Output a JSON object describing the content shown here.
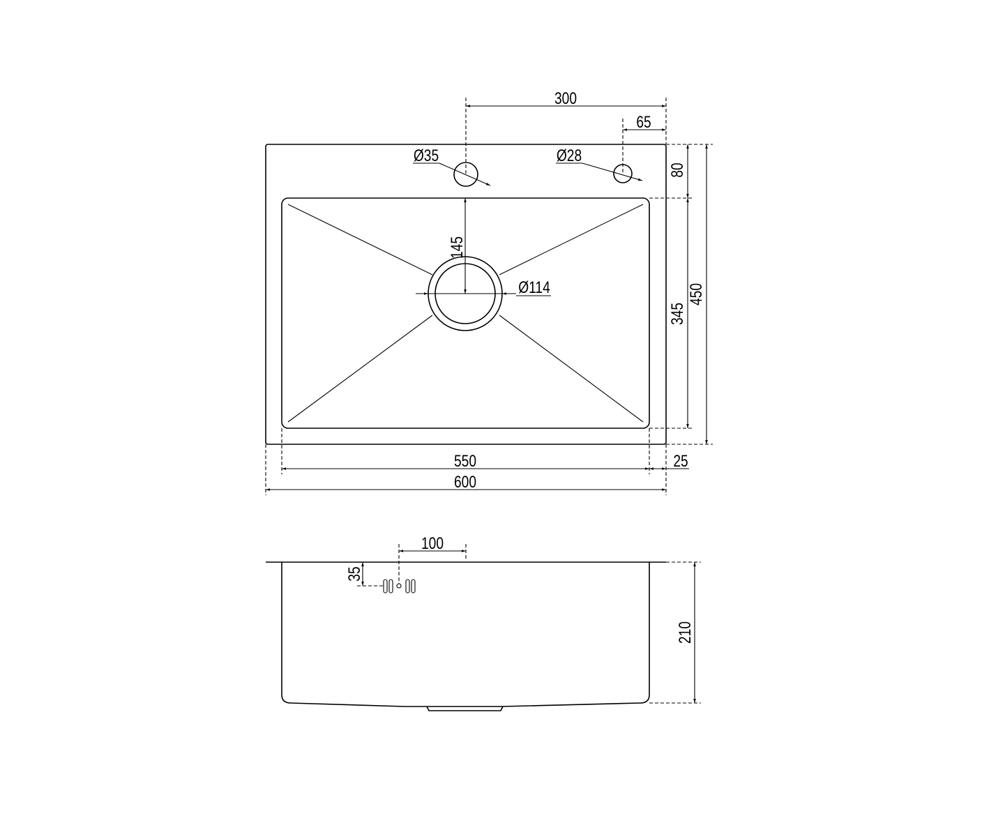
{
  "top_view": {
    "dimensions": {
      "tap_spacing": "300",
      "tap_offset": "65",
      "tap_hole_main": "Ø35",
      "tap_hole_secondary": "Ø28",
      "deck_depth": "80",
      "drain_offset": "145",
      "drain_diameter": "Ø114",
      "bowl_depth": "345",
      "overall_depth": "450",
      "bowl_width": "550",
      "rim_width": "25",
      "overall_width": "600"
    }
  },
  "side_view": {
    "dimensions": {
      "overflow_offset": "100",
      "overflow_height": "35",
      "bowl_height": "210"
    }
  }
}
